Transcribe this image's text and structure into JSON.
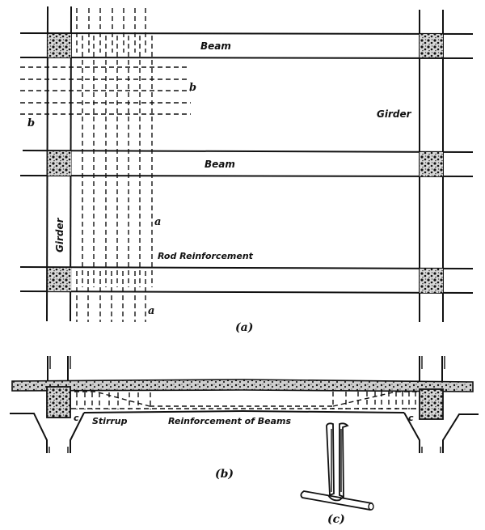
{
  "figure_a": {
    "caption": "(a)",
    "labels": {
      "beam_top": "Beam",
      "beam_middle": "Beam",
      "girder_right": "Girder",
      "girder_left": "Girder",
      "rod_reinforcement": "Rod Reinforcement",
      "section_a_top": "a",
      "section_a_bottom": "a",
      "section_b_right": "b",
      "section_b_left": "b"
    }
  },
  "figure_b": {
    "caption": "(b)",
    "labels": {
      "stirrup": "Stirrup",
      "reinforcement_of_beams": "Reinforcement of Beams",
      "point_c_left": "c",
      "point_c_right": "c"
    }
  },
  "figure_c": {
    "caption": "(c)"
  },
  "colors": {
    "ink": "#111111",
    "paper": "#ffffff"
  }
}
